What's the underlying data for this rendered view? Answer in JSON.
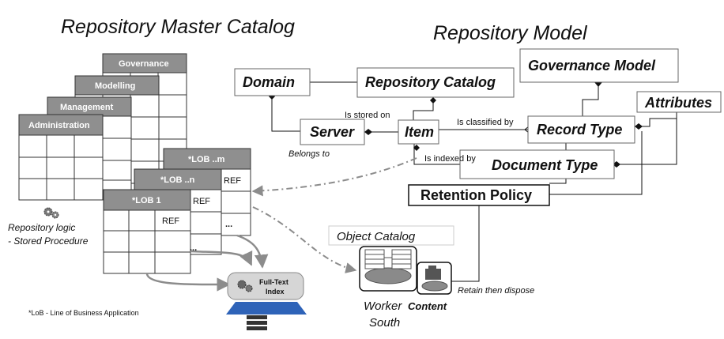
{
  "titles": {
    "master_catalog": "Repository Master Catalog",
    "repository_model": "Repository Model"
  },
  "stack_tables": {
    "governance": "Governance",
    "modelling": "Modelling",
    "management": "Management",
    "administration": "Administration"
  },
  "lob_tables": {
    "lob_m": "*LOB ..m",
    "lob_n": "*LOB ..n",
    "lob_1": "*LOB 1",
    "ref": "REF",
    "ellipsis": "...",
    "ellipsis2": "..."
  },
  "entities": {
    "domain": "Domain",
    "repository_catalog": "Repository Catalog",
    "governance_model": "Governance Model",
    "attributes": "Attributes",
    "server": "Server",
    "item": "Item",
    "record_type": "Record Type",
    "document_type": "Document Type",
    "retention_policy": "Retention Policy"
  },
  "relations": {
    "is_stored_on": "Is stored on",
    "is_classified_by": "Is classified by",
    "is_indexed_by": "Is indexed by",
    "belongs_to": "Belongs to",
    "retain_then_dispose": "Retain then dispose"
  },
  "notes": {
    "repository_logic_1": "Repository logic",
    "repository_logic_2": "- Stored Procedure",
    "lob_footnote": "*LoB - Line of Business Application",
    "full_text_1": "Full-Text",
    "full_text_2": "Index",
    "object_catalog": "Object Catalog",
    "worker": "Worker",
    "south": "South",
    "content": "Content"
  }
}
